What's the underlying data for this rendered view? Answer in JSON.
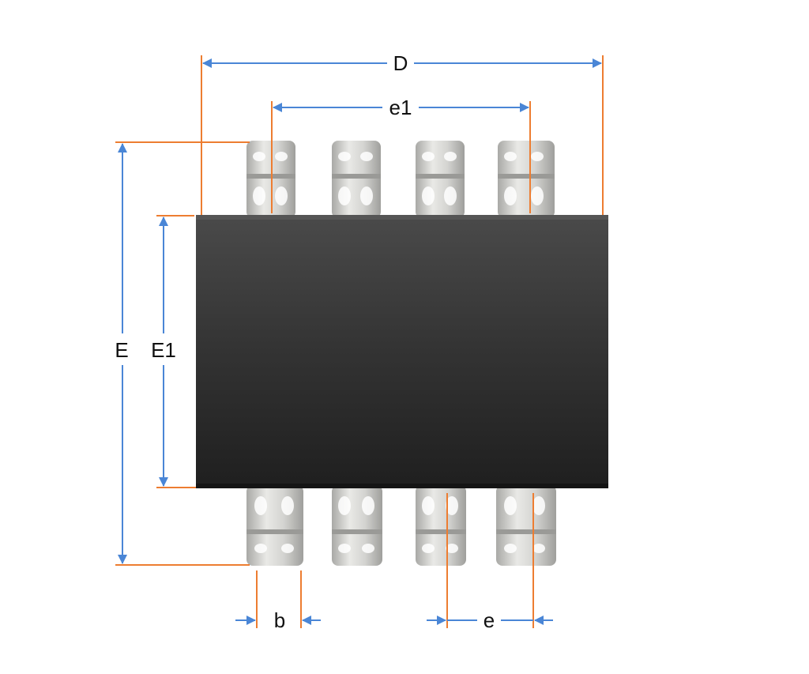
{
  "labels": {
    "D": "D",
    "e1": "e1",
    "E": "E",
    "E1": "E1",
    "b": "b",
    "e": "e"
  },
  "colors": {
    "extension_line": "#ED7D31",
    "dimension_line": "#4A86D6",
    "package_body": "#2b2b2b",
    "lead": "#c9c9c6",
    "text": "#111111"
  },
  "package": {
    "leads_per_side": 4
  }
}
